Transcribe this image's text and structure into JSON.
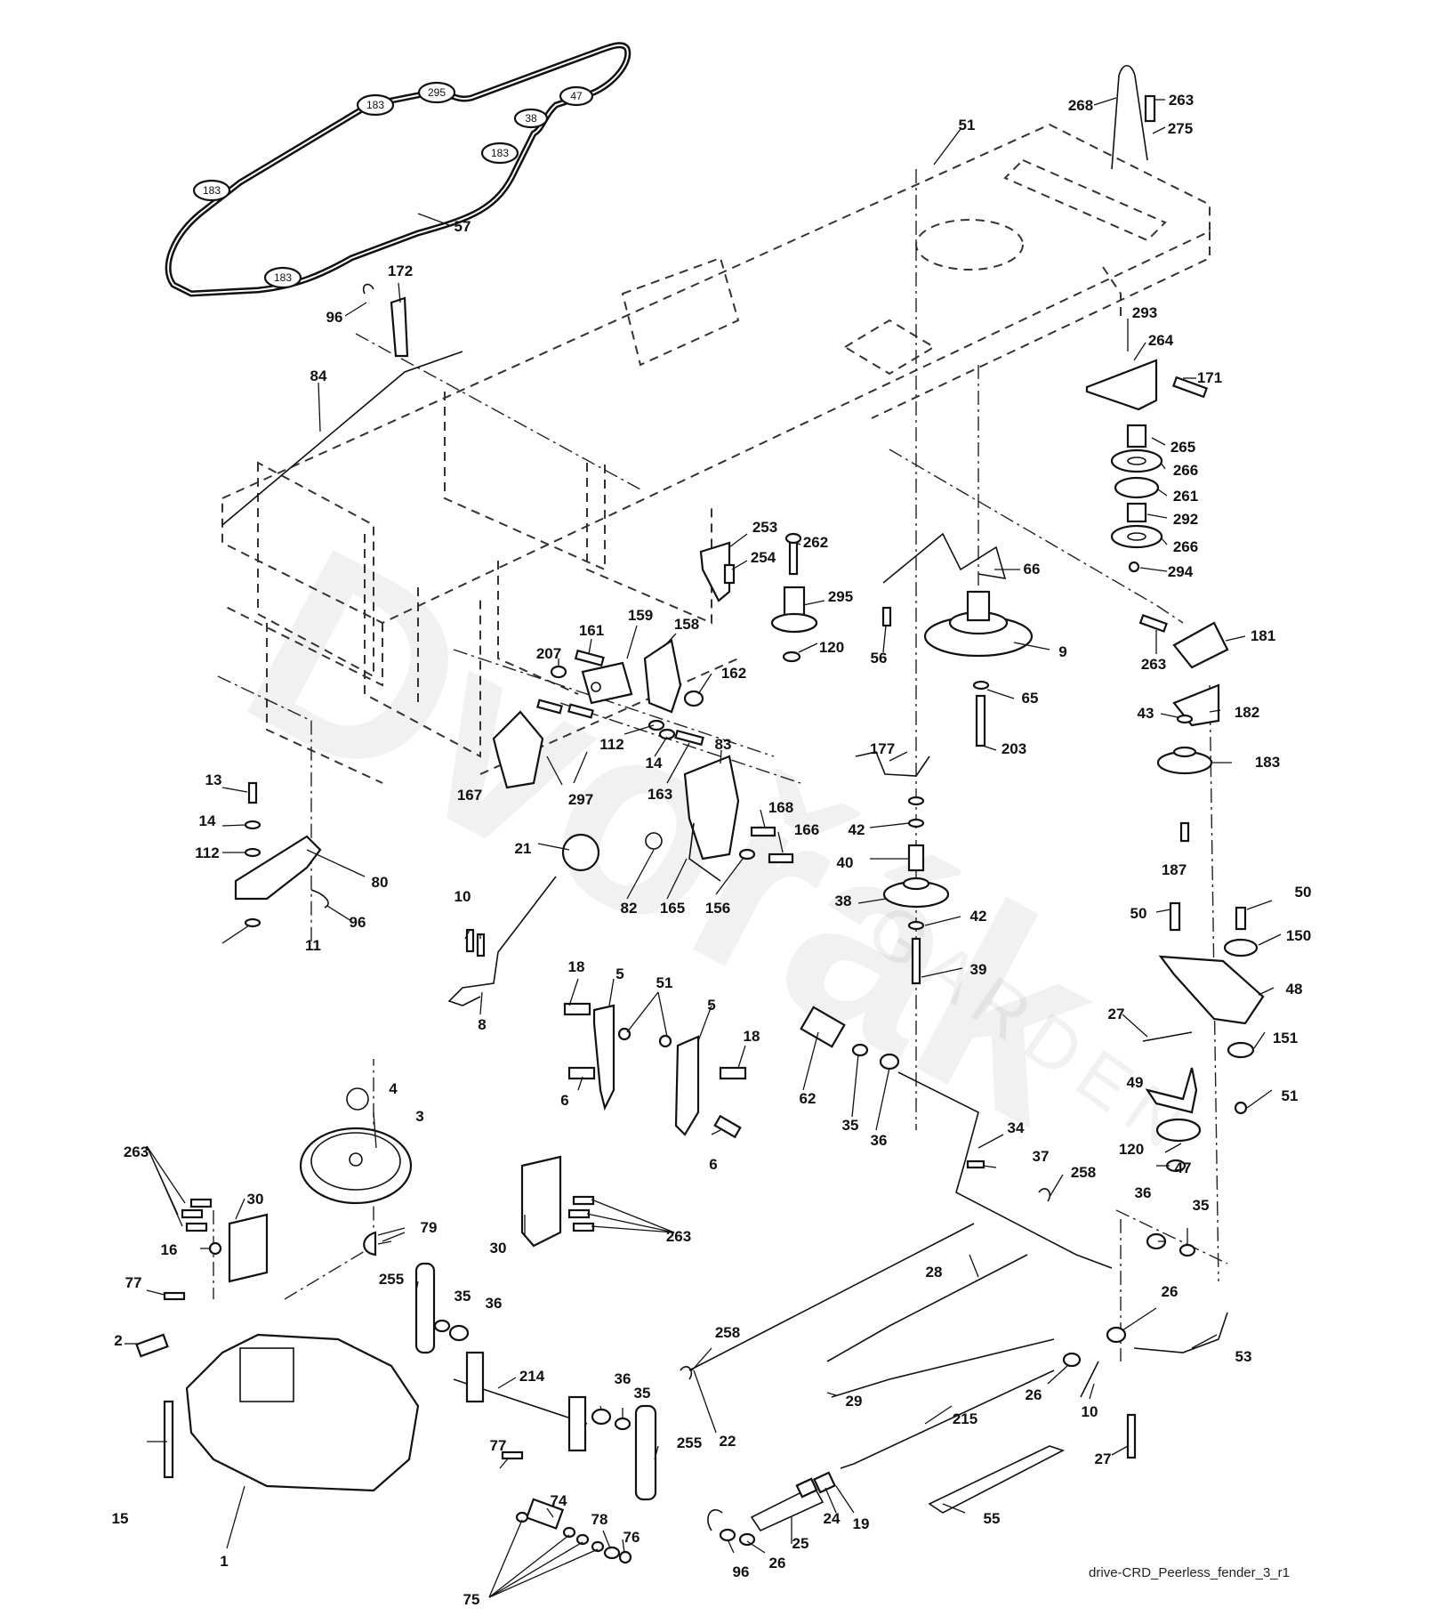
{
  "diagram": {
    "caption": "drive-CRD_Peerless_fender_3_r1",
    "watermark_brand": "Dvořák",
    "watermark_sub": "GARDEN",
    "belt_pulley_tags": [
      "183",
      "295",
      "47",
      "38",
      "183",
      "183",
      "183"
    ],
    "labels": [
      "268",
      "263",
      "275",
      "51",
      "57",
      "172",
      "96",
      "84",
      "293",
      "264",
      "171",
      "265",
      "266",
      "261",
      "292",
      "266",
      "294",
      "253",
      "262",
      "254",
      "66",
      "295",
      "159",
      "161",
      "158",
      "207",
      "120",
      "56",
      "9",
      "263",
      "181",
      "162",
      "112",
      "14",
      "65",
      "43",
      "182",
      "203",
      "83",
      "163",
      "167",
      "297",
      "177",
      "183",
      "13",
      "14",
      "112",
      "80",
      "96",
      "11",
      "168",
      "166",
      "42",
      "40",
      "187",
      "21",
      "82",
      "165",
      "156",
      "38",
      "42",
      "50",
      "50",
      "150",
      "10",
      "39",
      "48",
      "18",
      "51",
      "5",
      "27",
      "8",
      "151",
      "5",
      "18",
      "6",
      "62",
      "35",
      "36",
      "49",
      "51",
      "34",
      "6",
      "120",
      "47",
      "263",
      "4",
      "3",
      "30",
      "37",
      "36",
      "35",
      "16",
      "79",
      "30",
      "263",
      "258",
      "77",
      "255",
      "35",
      "36",
      "28",
      "26",
      "2",
      "258",
      "214",
      "36",
      "35",
      "53",
      "29",
      "26",
      "10",
      "215",
      "27",
      "77",
      "255",
      "22",
      "74",
      "15",
      "24",
      "19",
      "25",
      "55",
      "1",
      "78",
      "76",
      "96",
      "26",
      "75"
    ]
  }
}
